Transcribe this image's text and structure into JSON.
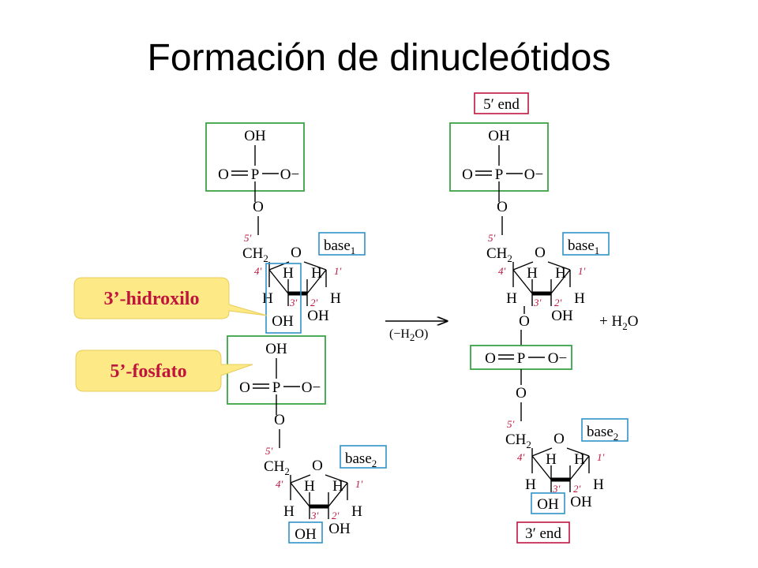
{
  "title": "Formación de dinucleótidos",
  "callouts": {
    "hydroxyl": "3’-hidroxilo",
    "phosphate": "5’-fosfato"
  },
  "labels": {
    "five_end": "5′ end",
    "three_end": "3′ end",
    "water_loss": "(−H",
    "water_loss_sub": "2",
    "water_loss_tail": "O)",
    "plus_water": "+ H",
    "plus_water_sub": "2",
    "plus_water_tail": "O"
  },
  "atoms": {
    "OH": "OH",
    "O": "O",
    "P": "P",
    "O_minus": "O−",
    "H": "H",
    "CH": "CH",
    "CH_sub": "2",
    "base": "base",
    "base1_sub": "1",
    "base2_sub": "2"
  },
  "primes": {
    "p5": "5′",
    "p4": "4′",
    "p3": "3′",
    "p2": "2′",
    "p1": "1′"
  },
  "colors": {
    "phosphate_box": "#3aa345",
    "base_box": "#2f93c8",
    "prime_labels": "#c0143c",
    "callout_fill": "#fde985",
    "callout_text": "#c0143c"
  }
}
